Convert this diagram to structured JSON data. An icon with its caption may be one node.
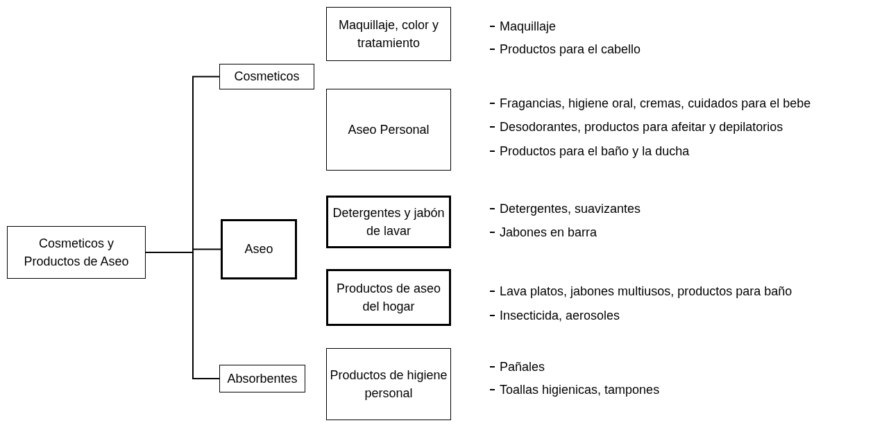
{
  "diagram": {
    "nodes": [
      {
        "text": [
          "Cosmeticos y Productos de Aseo"
        ]
      },
      {
        "text": [
          "Cosmeticos"
        ]
      },
      {
        "text": [
          "Maquillaje, color y tratamiento"
        ],
        "beside": [
          "Maquillaje",
          "Productos para el cabello"
        ]
      },
      {
        "text": [
          "Aseo Personal"
        ],
        "beside": [
          "Fragancias, higiene oral, cremas, cuidados para el bebe",
          "Desodorantes, productos para afeitar y depilatorios",
          "Productos para el baño y la ducha"
        ]
      },
      {
        "text": [
          "Aseo"
        ]
      },
      {
        "text": [
          "Detergentes y jabón de lavar"
        ],
        "beside": [
          "Detergentes, suavizantes",
          "Jabones en barra"
        ]
      },
      {
        "text": [
          "Productos de aseo del hogar"
        ],
        "beside": [
          "Lava platos, jabones multiusos, productos para baño",
          "Insecticida, aerosoles"
        ]
      },
      {
        "text": [
          "Absorbentes"
        ]
      },
      {
        "text": [
          "Productos de higiene personal"
        ],
        "beside": [
          "Pañales",
          "Toallas higienicas, tampones"
        ]
      }
    ],
    "edges": [
      {
        "from": 0,
        "to": 1,
        "arrow": "none"
      },
      {
        "from": 0,
        "to": 4,
        "arrow": "none"
      },
      {
        "from": 0,
        "to": 7,
        "arrow": "none"
      }
    ]
  }
}
